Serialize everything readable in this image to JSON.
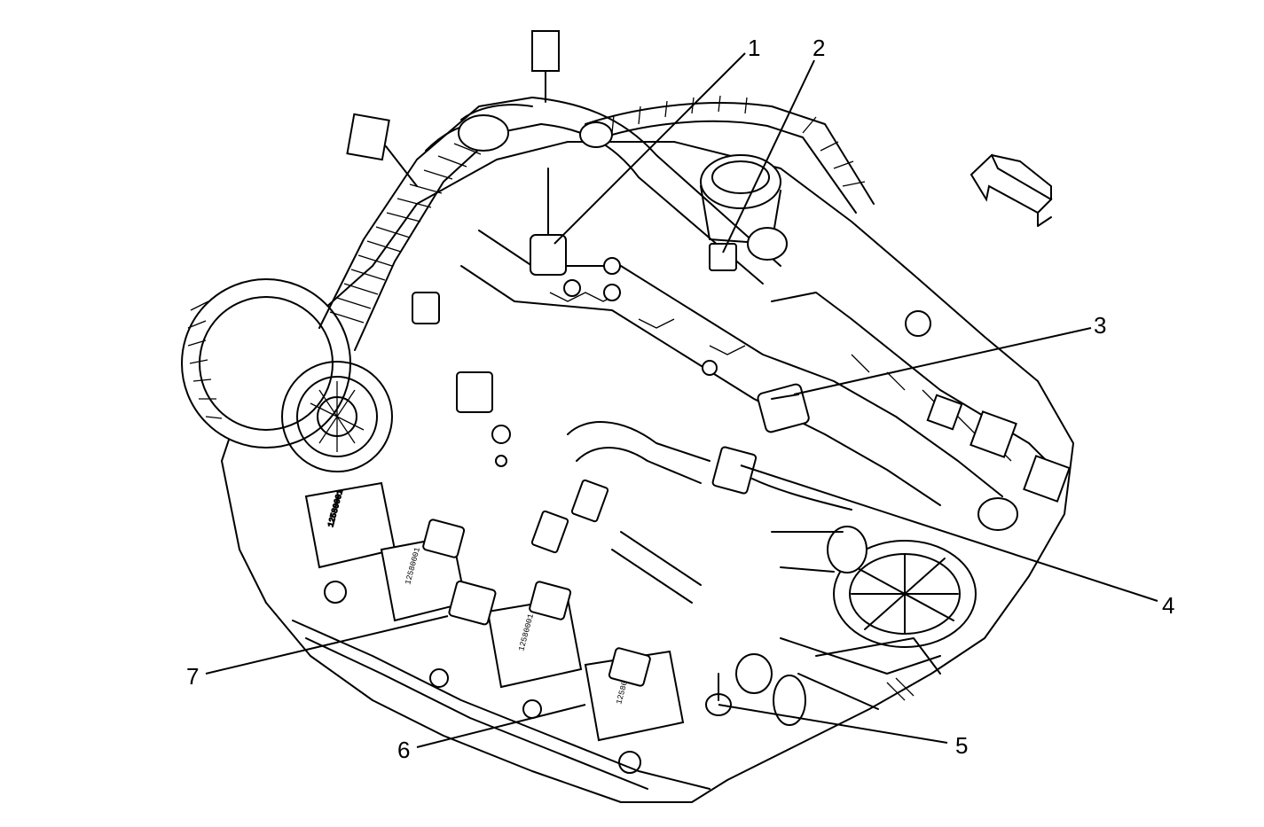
{
  "callouts": [
    {
      "id": "1",
      "label": "1"
    },
    {
      "id": "2",
      "label": "2"
    },
    {
      "id": "3",
      "label": "3"
    },
    {
      "id": "4",
      "label": "4"
    },
    {
      "id": "5",
      "label": "5"
    },
    {
      "id": "6",
      "label": "6"
    },
    {
      "id": "7",
      "label": "7"
    }
  ],
  "coil_marking": "12580001",
  "icons": {
    "view_arrow": "direction-arrow-icon"
  }
}
